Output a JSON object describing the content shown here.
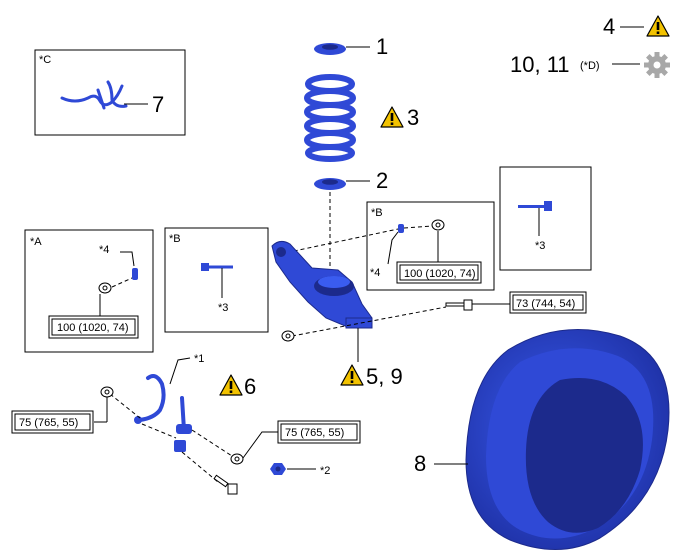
{
  "colors": {
    "part_blue": "#2f49d6",
    "part_dark": "#1c2a8c",
    "warning": "#f2c200",
    "gear": "#a8a8a8"
  },
  "parts": {
    "p1": "1",
    "p2": "2",
    "p3": "3",
    "p4": "4",
    "p6": "6",
    "p7": "7",
    "p8": "8",
    "p59": "5, 9",
    "p1011": "10, 11"
  },
  "refs": {
    "a": "*A",
    "b": "*B",
    "c": "*C",
    "d": "(*D)",
    "r1": "*1",
    "r2": "*2",
    "r3": "*3",
    "r4": "*4"
  },
  "torques": {
    "t100": "100 (1020, 74)",
    "t73": "73 (744, 54)",
    "t75": "75 (765, 55)"
  },
  "icons": {
    "warning": "warning-triangle-icon",
    "gear": "gear-icon"
  }
}
